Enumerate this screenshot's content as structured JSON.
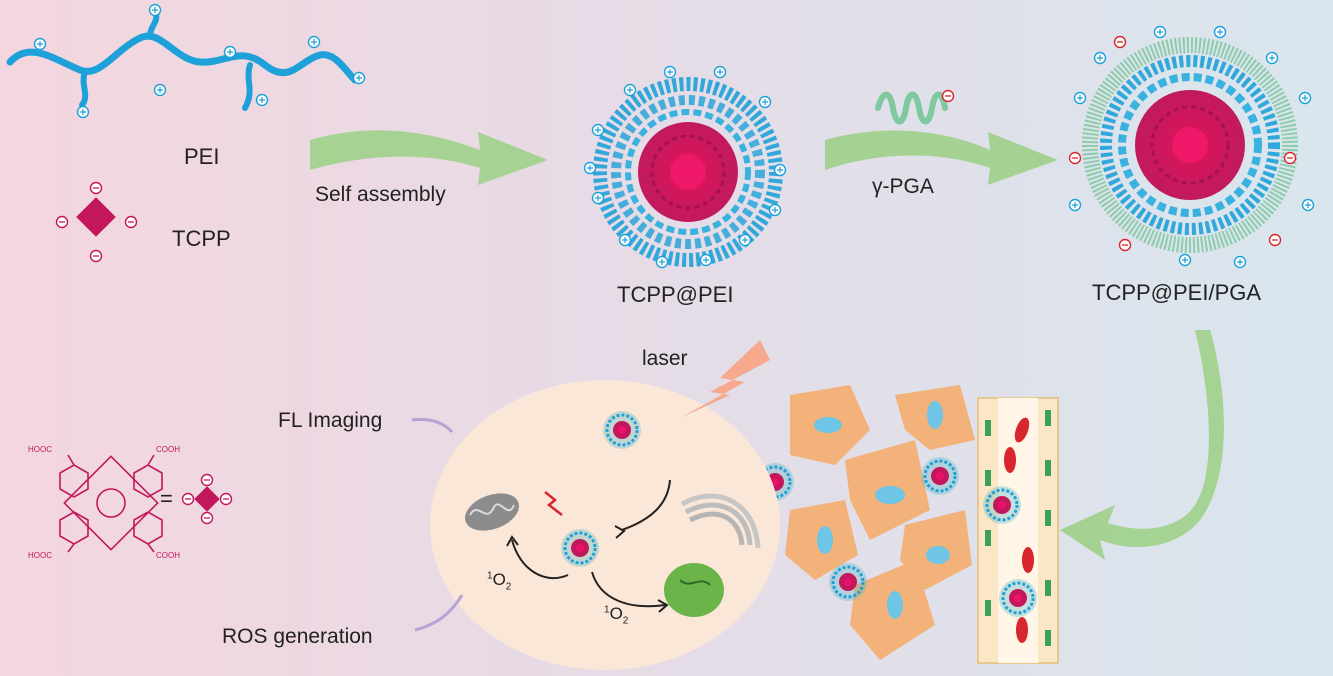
{
  "labels": {
    "pei": "PEI",
    "tcpp": "TCPP",
    "self_assembly": "Self assembly",
    "tcpp_pei": "TCPP@PEI",
    "gamma_pga": "γ-PGA",
    "tcpp_pei_pga": "TCPP@PEI/PGA",
    "laser": "laser",
    "fl_imaging": "FL Imaging",
    "ros_generation": "ROS generation",
    "singlet_oxygen_sup": "1",
    "singlet_oxygen_main": "O",
    "singlet_oxygen_sub": "2",
    "hooc": "HOOC",
    "cooh": "COOH",
    "equals": "="
  },
  "colors": {
    "pei_blue": "#1ea1d8",
    "tcpp_magenta": "#c2175b",
    "pga_green": "#7fc8a0",
    "arrow_green": "#9fd089",
    "cell_orange": "#f2b27a",
    "nucleus_blue": "#6ec5e6",
    "rbc_red": "#d8262e",
    "cell_body": "#fbe7d8",
    "laser_orange": "#f6a98c",
    "mito_grey": "#8c8c8c",
    "lyso_green": "#6bb44a"
  },
  "icons": [
    "pei-chain-icon",
    "tcpp-molecule-icon",
    "self-assembly-arrow-icon",
    "nanoparticle-icon",
    "pga-wave-icon",
    "laser-bolt-icon",
    "mitochondrion-icon",
    "endoplasmic-reticulum-icon",
    "tumor-cell-icon",
    "blood-vessel-icon",
    "red-blood-cell-icon",
    "porphyrin-structure-icon"
  ]
}
